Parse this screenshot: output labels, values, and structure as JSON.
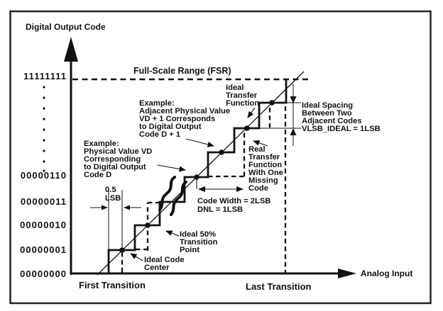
{
  "colors": {
    "ink": "#111111",
    "background": "#ffffff"
  },
  "axes": {
    "y_title": "Digital Output Code",
    "x_title": "Analog Input",
    "y_ticks": [
      "11111111",
      "00000110",
      "00000011",
      "00000010",
      "00000001",
      "00000000"
    ],
    "first_transition": "First Transition",
    "last_transition": "Last Transition"
  },
  "annotations": {
    "fsr": "Full-Scale Range (FSR)",
    "ideal_tf": {
      "lines": [
        "Ideal",
        "Transfer",
        "Function"
      ]
    },
    "real_tf": {
      "lines": [
        "Real",
        "Transfer",
        "Function",
        "With One",
        "Missing",
        "Code"
      ]
    },
    "ideal_spacing": {
      "lines": [
        "Ideal Spacing",
        "Between Two",
        "Adjacent Codes",
        "VLSB_IDEAL = 1LSB"
      ]
    },
    "example_d_plus_1": {
      "lines": [
        "Example:",
        "Adjacent Physical Value",
        "VD + 1 Corresponds",
        "to Digital Output",
        "Code D + 1"
      ]
    },
    "example_d": {
      "lines": [
        "Example:",
        "Physical Value VD",
        "Corresponding",
        "to Digital Output",
        "Code D"
      ]
    },
    "code_width": "Code Width = 2LSB",
    "dnl": "DNL = 1LSB",
    "half_lsb": {
      "lines": [
        "0.5",
        "LSB"
      ]
    },
    "ideal_50": {
      "lines": [
        "Ideal 50%",
        "Transition",
        "Point"
      ]
    },
    "ideal_code_center": {
      "lines": [
        "Ideal Code",
        "Center"
      ]
    }
  }
}
